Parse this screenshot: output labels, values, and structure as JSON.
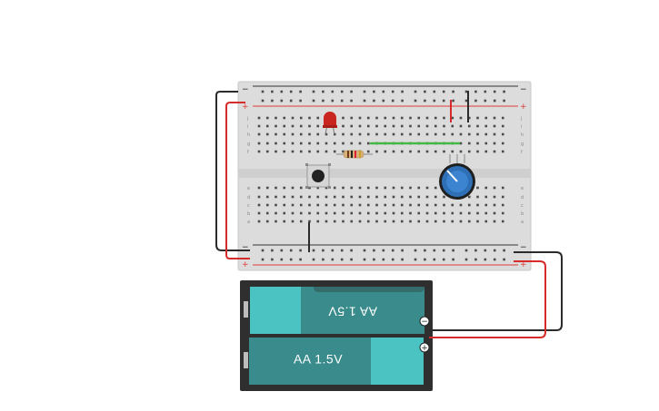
{
  "battery": {
    "top_label": "AA 1.5V",
    "bottom_label": "AA 1.5V",
    "minus_symbol": "−",
    "plus_symbol": "+"
  },
  "breadboard": {
    "rows_top": [
      "j",
      "i",
      "h",
      "g",
      "f"
    ],
    "rows_bottom": [
      "e",
      "d",
      "c",
      "b",
      "a"
    ],
    "columns": 30
  },
  "colors": {
    "board": "#dcdcdc",
    "hole": "#4a4a4a",
    "rail_red": "#e03a3a",
    "rail_dark": "#333333",
    "wire_red": "#d62b2b",
    "wire_black": "#2b2b2b",
    "wire_green": "#44b844",
    "led": "#c8261f",
    "battery_body": "#2f2f2f",
    "battery_teal": "#3a8c8c",
    "battery_light": "#4cc3c3",
    "pot": "#2e6fb5"
  }
}
